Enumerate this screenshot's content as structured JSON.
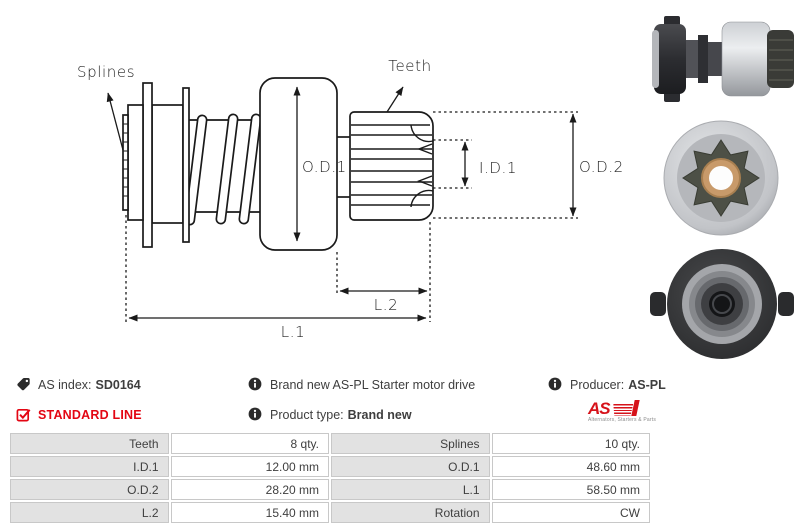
{
  "diagram": {
    "labels": {
      "splines": "Splines",
      "teeth": "Teeth",
      "od1": "O.D.1",
      "id1": "I.D.1",
      "od2": "O.D.2",
      "l1": "L.1",
      "l2": "L.2"
    }
  },
  "info": {
    "as_index_label": "AS index:",
    "as_index_value": "SD0164",
    "standard_line": "STANDARD LINE",
    "description": "Brand new AS-PL Starter motor drive",
    "product_type_label": "Product type:",
    "product_type_value": "Brand new",
    "producer_label": "Producer:",
    "producer_value": "AS-PL",
    "logo_text": "AS",
    "logo_subtext": "Alternators, Starters & Parts"
  },
  "icons": {
    "as_index": "tag-icon",
    "standard_line": "checkbox-check-icon",
    "info": "info-circle-icon"
  },
  "colors": {
    "accent_red": "#e30613",
    "logo_red": "#d6121a",
    "text": "#3e3e3e",
    "table_label_bg": "#e2e2e2",
    "table_border": "#c8c8c8"
  },
  "table": {
    "rows": [
      {
        "c0": "Teeth",
        "c1": "8 qty.",
        "c2": "Splines",
        "c3": "10 qty."
      },
      {
        "c0": "I.D.1",
        "c1": "12.00 mm",
        "c2": "O.D.1",
        "c3": "48.60 mm"
      },
      {
        "c0": "O.D.2",
        "c1": "28.20 mm",
        "c2": "L.1",
        "c3": "58.50 mm"
      },
      {
        "c0": "L.2",
        "c1": "15.40 mm",
        "c2": "Rotation",
        "c3": "CW"
      }
    ]
  }
}
